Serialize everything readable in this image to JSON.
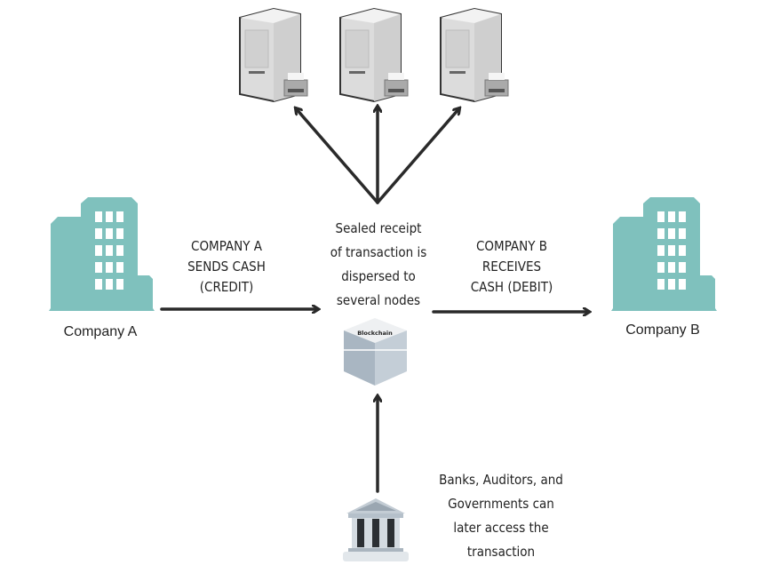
{
  "colors": {
    "building": "#7fc1bd",
    "arrow": "#2a2a2a",
    "server": "#e4e4e4",
    "bank": "#c3ccd4"
  },
  "company_a": {
    "label": "Company A",
    "icon": "office-building-icon"
  },
  "company_b": {
    "label": "Company B",
    "icon": "office-building-icon"
  },
  "send_text": [
    "COMPANY A",
    "SENDS CASH",
    "(CREDIT)"
  ],
  "receive_text": [
    "COMPANY B",
    "RECEIVES",
    "CASH (DEBIT)"
  ],
  "center_text": [
    "Sealed receipt",
    "of transaction is",
    "dispersed to",
    "several nodes"
  ],
  "blockchain": {
    "label": "Blockchain",
    "icon": "cube-icon"
  },
  "nodes": [
    {
      "icon": "server-icon"
    },
    {
      "icon": "server-icon"
    },
    {
      "icon": "server-icon"
    }
  ],
  "bank": {
    "icon": "bank-icon",
    "text": [
      "Banks, Auditors, and",
      "Governments can",
      "later access the",
      "transaction"
    ]
  }
}
